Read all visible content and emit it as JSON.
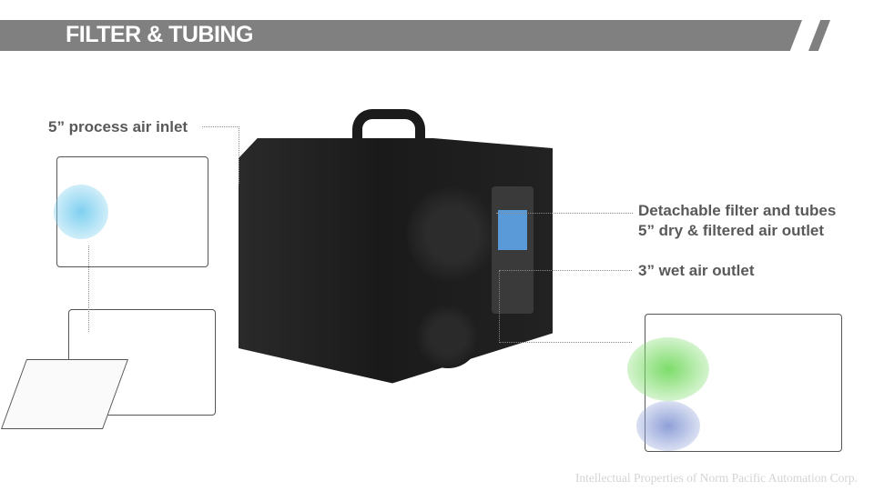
{
  "header": {
    "title": "FILTER & TUBING"
  },
  "labels": {
    "process_inlet": "5” process air inlet",
    "detachable": "Detachable filter and tubes",
    "dry_outlet": "5” dry & filtered air outlet",
    "wet_outlet": "3” wet air outlet"
  },
  "footer": {
    "copyright": "Intellectual Properties of Norm Pacific Automation Corp."
  },
  "colors": {
    "banner": "#808080",
    "label": "#595959",
    "inlet_glow": "#7fd0f0",
    "outlet_glow": "#7ddc6a",
    "wet_glow": "#8fa0d8"
  }
}
